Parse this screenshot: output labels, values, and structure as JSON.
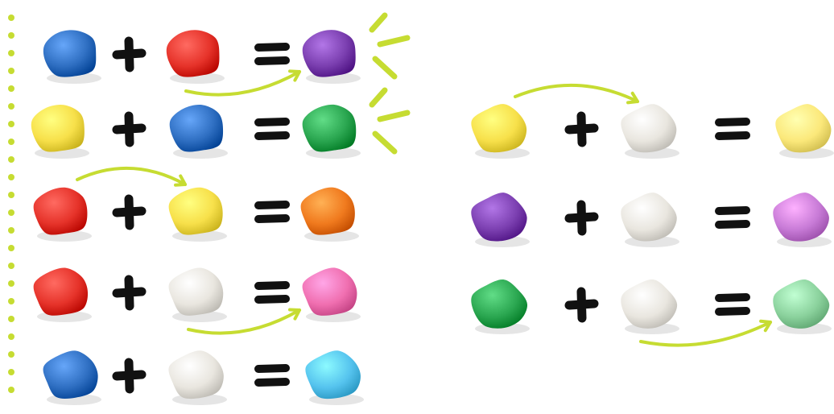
{
  "colors": {
    "accent": "#c6dc32",
    "ink": "#111111",
    "blue": "#2f6fc2",
    "red": "#e6332a",
    "yellow": "#f7e04a",
    "white": "#e9e6df",
    "purple": "#7b3fb0",
    "green": "#2aa650",
    "orange": "#f07a1e",
    "pink": "#f06fb0",
    "light_blue": "#55c3ee",
    "pale_yellow": "#fbe87a",
    "light_purple": "#c77ad6",
    "light_green": "#8ad19c"
  },
  "equations": [
    {
      "a": "blue",
      "b": "red",
      "result": "purple",
      "arrow": "b-to-result",
      "burst": true
    },
    {
      "a": "yellow",
      "b": "blue",
      "result": "green",
      "arrow": "none",
      "burst": true
    },
    {
      "a": "red",
      "b": "yellow",
      "result": "orange",
      "arrow": "a-to-b",
      "burst": false
    },
    {
      "a": "red",
      "b": "white",
      "result": "pink",
      "arrow": "b-to-result",
      "burst": false
    },
    {
      "a": "blue",
      "b": "white",
      "result": "light_blue",
      "arrow": "none",
      "burst": false
    },
    {
      "a": "yellow",
      "b": "white",
      "result": "pale_yellow",
      "arrow": "a-to-b",
      "burst": false
    },
    {
      "a": "purple",
      "b": "white",
      "result": "light_purple",
      "arrow": "none",
      "burst": false
    },
    {
      "a": "green",
      "b": "white",
      "result": "light_green",
      "arrow": "b-to-result",
      "burst": false
    }
  ]
}
